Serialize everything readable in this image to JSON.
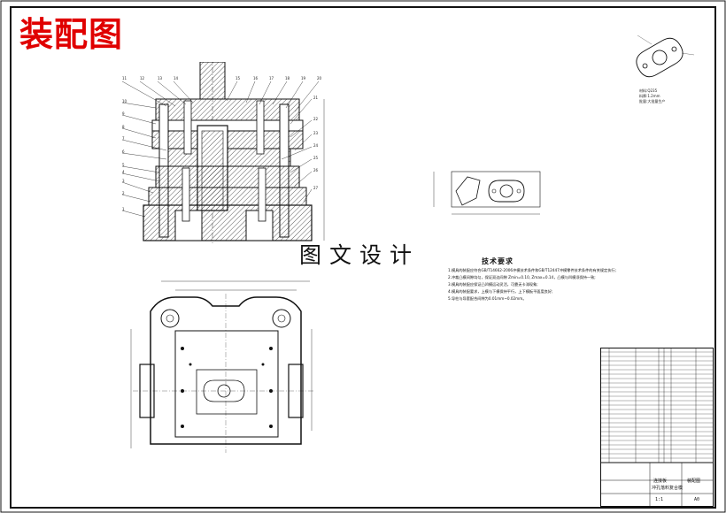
{
  "stamp_title": "装配图",
  "watermark": "图文设计",
  "balloons_left": [
    "11",
    "12",
    "13",
    "14",
    "10",
    "9",
    "8",
    "7",
    "6",
    "5",
    "4",
    "3",
    "2",
    "1"
  ],
  "balloons_right": [
    "15",
    "16",
    "17",
    "18",
    "19",
    "20",
    "21",
    "22",
    "23",
    "24",
    "25",
    "26",
    "27"
  ],
  "tech_req": {
    "title": "技术要求",
    "lines": [
      "1.模具的装配应符合GB/T14662-2006冲模技术条件和GB/T12447冲模零件技术条件的有关规定执行;",
      "2.冲裁凸模间隙均匀，保证双边间隙 Zmin=0.10, Zmax=0.14，凸模与凹模须保持一致;",
      "3.模具的装配应保证凸凹模运动灵活，可靠无卡滞现象;",
      "4.模具的装配要求，上模与下模保持平行，上下模板平面度良好;",
      "5.导柱与导套配合间隙为0.01mm~0.02mm。"
    ]
  },
  "title_block": {
    "part_name_line1": "连接板",
    "part_name_line2": "冲孔落料复合模",
    "drawing_type": "装配图",
    "scale": "1:1",
    "sheet": "A0"
  },
  "part_note": {
    "line1": "材料:Q235",
    "line2": "料厚:1.2mm",
    "line3": "批量:大批量生产"
  }
}
